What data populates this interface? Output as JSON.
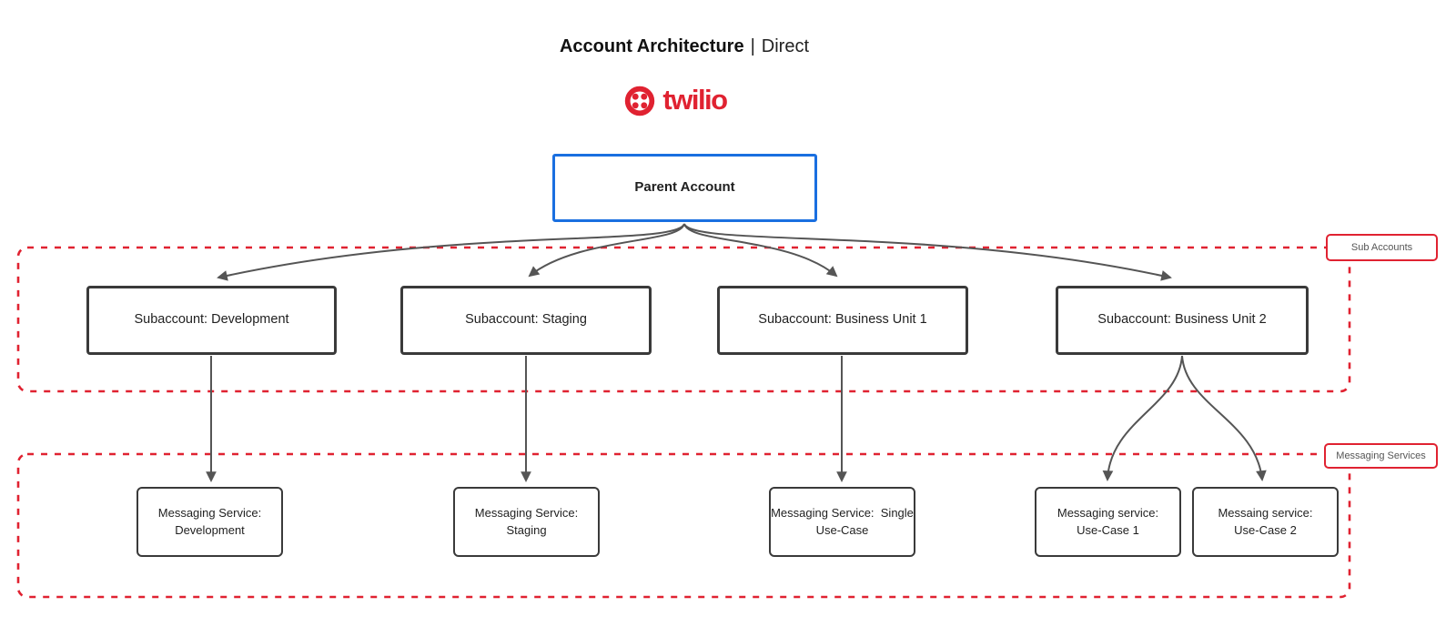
{
  "header": {
    "title_bold": "Account Architecture",
    "title_separator": "|",
    "title_regular": "Direct",
    "logo_text": "twilio"
  },
  "colors": {
    "accent_red": "#e02231",
    "accent_blue": "#1a6fe0",
    "node_border": "#3a3a3a",
    "arrow": "#555555"
  },
  "parent": {
    "label": "Parent Account"
  },
  "regions": [
    {
      "label": "Sub Accounts"
    },
    {
      "label": "Messaging Services"
    }
  ],
  "subaccounts": [
    {
      "label": "Subaccount: Development"
    },
    {
      "label": "Subaccount: Staging"
    },
    {
      "label": "Subaccount: Business Unit 1"
    },
    {
      "label": "Subaccount: Business Unit 2"
    }
  ],
  "services": [
    {
      "lines": [
        "Messaging Service:",
        "Development"
      ]
    },
    {
      "lines": [
        "Messaging Service:",
        "Staging"
      ]
    },
    {
      "lines": [
        "Messaging Service:  Single",
        "Use-Case"
      ]
    },
    {
      "lines": [
        "Messaging service:",
        "Use-Case 1"
      ]
    },
    {
      "lines": [
        "Messaing service:",
        "Use-Case 2"
      ]
    }
  ]
}
